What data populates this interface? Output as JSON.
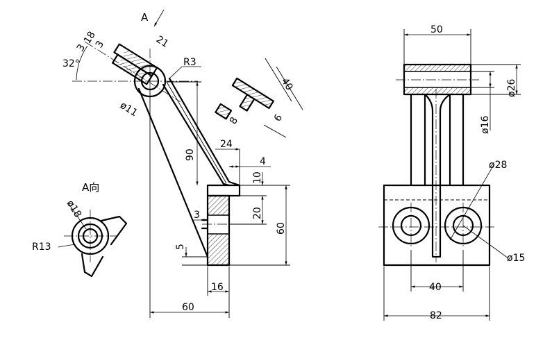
{
  "labels": {
    "view_arrow": "A",
    "aux_view": "A向",
    "radius_r3": "R3",
    "radius_r13": "R13",
    "d_18_3": "18",
    "d_3_top": "3",
    "d_21": "21",
    "angle_32": "32°",
    "dia_11": "ø11",
    "d_40_rib": "40",
    "d_8_rib": "8",
    "d_6_rib": "6",
    "d_90": "90",
    "d_24": "24",
    "d_4": "4",
    "d_10": "10",
    "d_3_side": "3",
    "d_20": "20",
    "d_60_h": "60",
    "d_5": "5",
    "d_16": "16",
    "d_60_w": "60",
    "dia_18": "ø18",
    "d_50": "50",
    "dia_26": "ø26",
    "dia_16": "ø16",
    "dia_28": "ø28",
    "dia_15": "ø15",
    "d_40_holes": "40",
    "d_82": "82"
  }
}
